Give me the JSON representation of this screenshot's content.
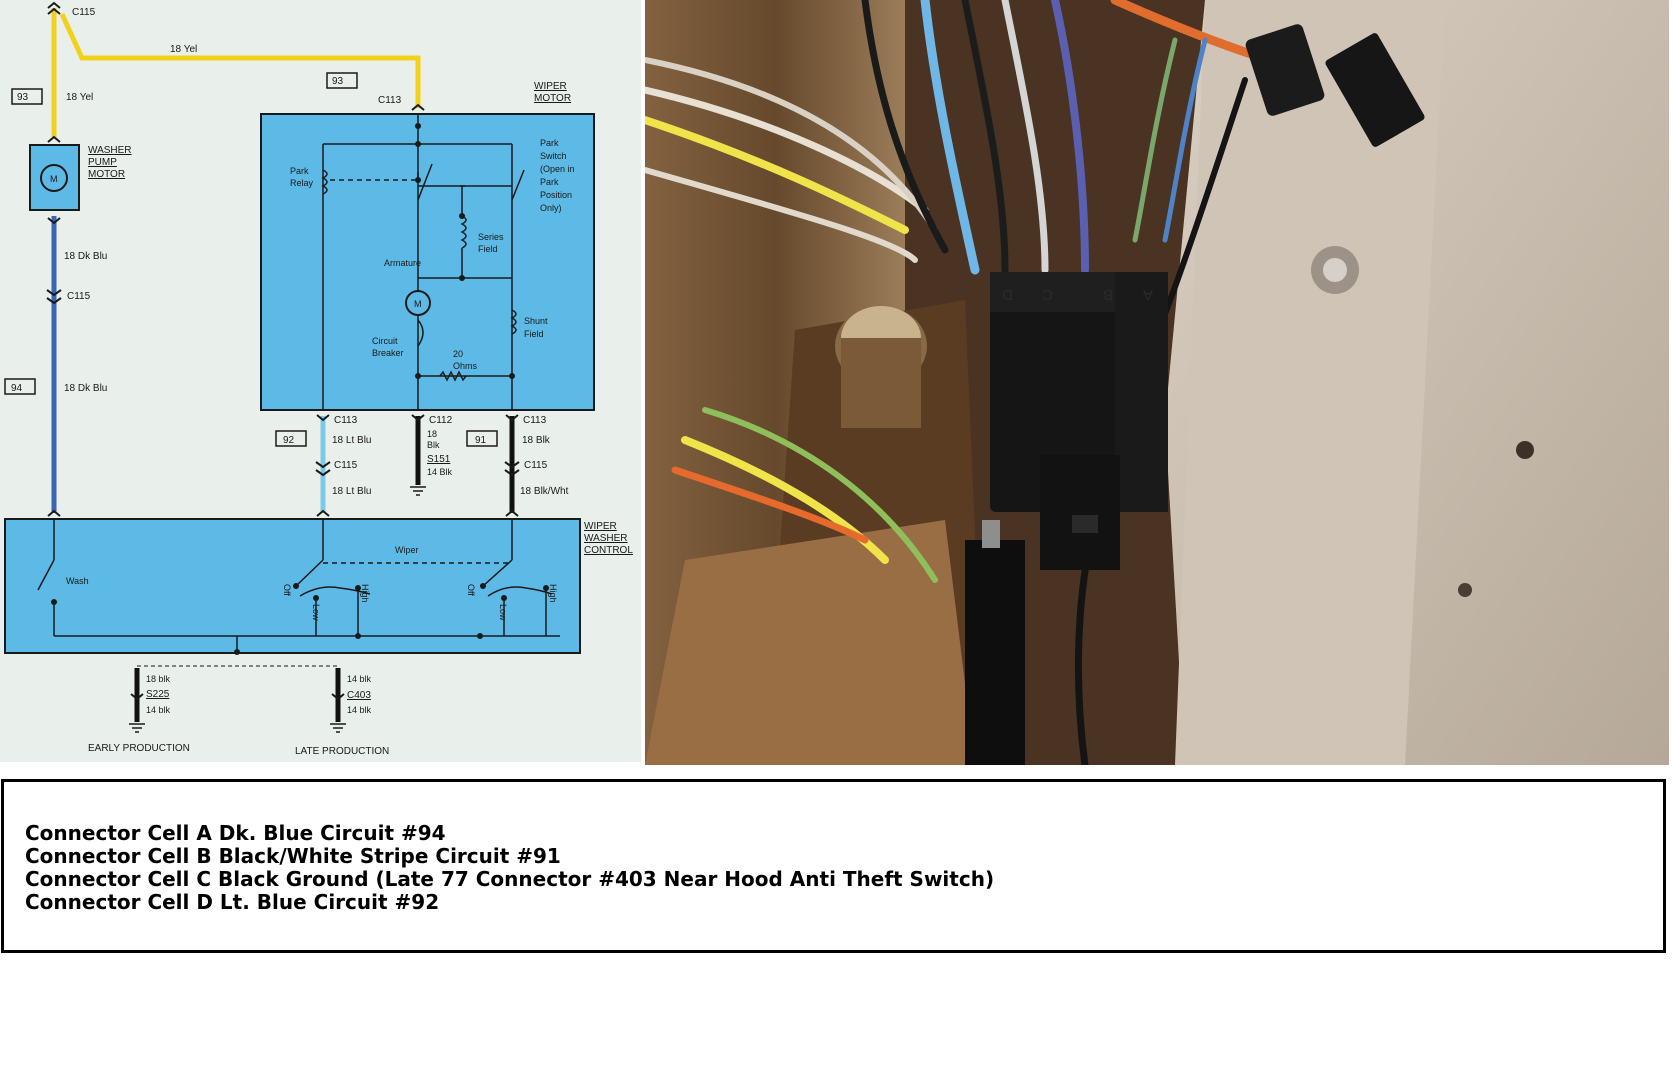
{
  "schematic": {
    "c115_top": "C115",
    "wire_yel": "18 Yel",
    "ref_93_left": "93",
    "ref_93_right": "93",
    "c113_top": "C113",
    "wiper_motor": [
      "WIPER",
      "MOTOR"
    ],
    "washer_pump_motor": [
      "WASHER",
      "PUMP",
      "MOTOR"
    ],
    "motor_symbol": "M",
    "park_relay": [
      "Park",
      "Relay"
    ],
    "park_switch": [
      "Park",
      "Switch",
      "(Open in",
      "Park",
      "Position",
      "Only)"
    ],
    "series_field": [
      "Series",
      "Field"
    ],
    "armature": "Armature",
    "shunt_field": [
      "Shunt",
      "Field"
    ],
    "circuit_breaker": [
      "Circuit",
      "Breaker"
    ],
    "resistor": [
      "20",
      "Ohms"
    ],
    "wire_dk_blu": "18 Dk Blu",
    "c115_left": "C115",
    "ref_94": "94",
    "c113_d": "C113",
    "ref_92": "92",
    "wire_lt_blu": "18 Lt Blu",
    "c115_d": "C115",
    "c112": "C112",
    "gnd_wire": [
      "18",
      "Blk"
    ],
    "s151": "S151",
    "wire_14blk": "14 Blk",
    "c113_b": "C113",
    "ref_91": "91",
    "wire_18blk": "18 Blk",
    "c115_b": "C115",
    "wire_blk_wht": "18 Blk/Wht",
    "wiper_washer_control": [
      "WIPER",
      "WASHER",
      "CONTROL"
    ],
    "wiper": "Wiper",
    "wash": "Wash",
    "off": "Off",
    "low": "Low",
    "high": "High",
    "early_gnd": [
      "18 blk",
      "S225",
      "14 blk"
    ],
    "late_gnd": [
      "14 blk",
      "C403",
      "14 blk"
    ],
    "early_production": "EARLY PRODUCTION",
    "late_production": "LATE PRODUCTION"
  },
  "photo": {
    "connector_pins": [
      "D",
      "C",
      "B",
      "A"
    ]
  },
  "caption": {
    "lines": [
      "Connector Cell A Dk. Blue Circuit #94",
      "Connector Cell B Black/White Stripe Circuit #91",
      "Connector Cell C Black Ground (Late 77 Connector #403 Near Hood Anti Theft Switch)",
      "Connector Cell D Lt. Blue Circuit #92"
    ]
  },
  "colors": {
    "schematic_bg": "#e9efea",
    "box_fill": "#5db9e6",
    "wire_yellow": "#f2d11c",
    "wire_dark_blue": "#3a66b8",
    "wire_light_blue": "#7ec8ea",
    "wire_black": "#111111",
    "connector_black": "#151515"
  }
}
